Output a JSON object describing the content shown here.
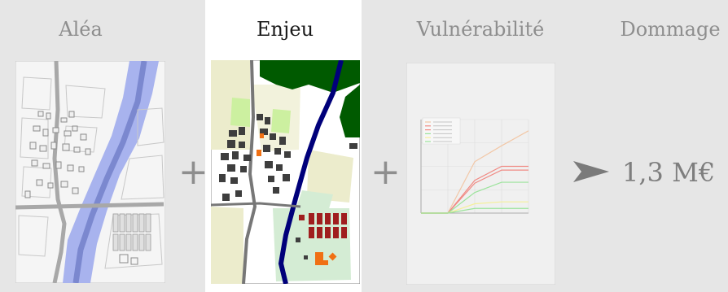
{
  "steps": {
    "hazard": "Aléa",
    "stake": "Enjeu",
    "vulnerability": "Vulnérabilité",
    "damage": "Dommage"
  },
  "operators": {
    "plus_1": "+",
    "plus_2": "+"
  },
  "result": {
    "value": "1,3 M€"
  },
  "icons": {
    "plus": "plus-icon",
    "arrow": "arrow-right-icon"
  },
  "colors": {
    "water": "#a8b3ee",
    "river": "#7b88cf",
    "river_dark": "#00007a",
    "forest": "#005a00",
    "building": "#3e3e3e",
    "highlight": "#f07014",
    "red_building": "#a01e1e",
    "zone_green": "#d4ecd4",
    "zone_beige": "#ececcc",
    "zone_yellowgreen": "#ccf0a0"
  },
  "chart_data": {
    "type": "line",
    "title": "",
    "xlabel": "",
    "ylabel": "",
    "x": [
      -1,
      0,
      1,
      2,
      3
    ],
    "series_colors": [
      "#f2c7a6",
      "#f08a84",
      "#f08a84",
      "#9be39b",
      "#f5f09a",
      "#9be39b"
    ],
    "series": [
      {
        "name": "",
        "values": [
          0,
          0,
          0.55,
          0.72,
          0.88
        ]
      },
      {
        "name": "",
        "values": [
          0,
          0,
          0.35,
          0.5,
          0.5
        ]
      },
      {
        "name": "",
        "values": [
          0,
          0,
          0.32,
          0.46,
          0.46
        ]
      },
      {
        "name": "",
        "values": [
          0,
          0,
          0.22,
          0.33,
          0.33
        ]
      },
      {
        "name": "",
        "values": [
          0,
          0,
          0.1,
          0.12,
          0.12
        ]
      },
      {
        "name": "",
        "values": [
          0,
          0,
          0.05,
          0.05,
          0.05
        ]
      }
    ],
    "xlim": [
      -1,
      3
    ],
    "ylim": [
      0,
      1
    ]
  }
}
